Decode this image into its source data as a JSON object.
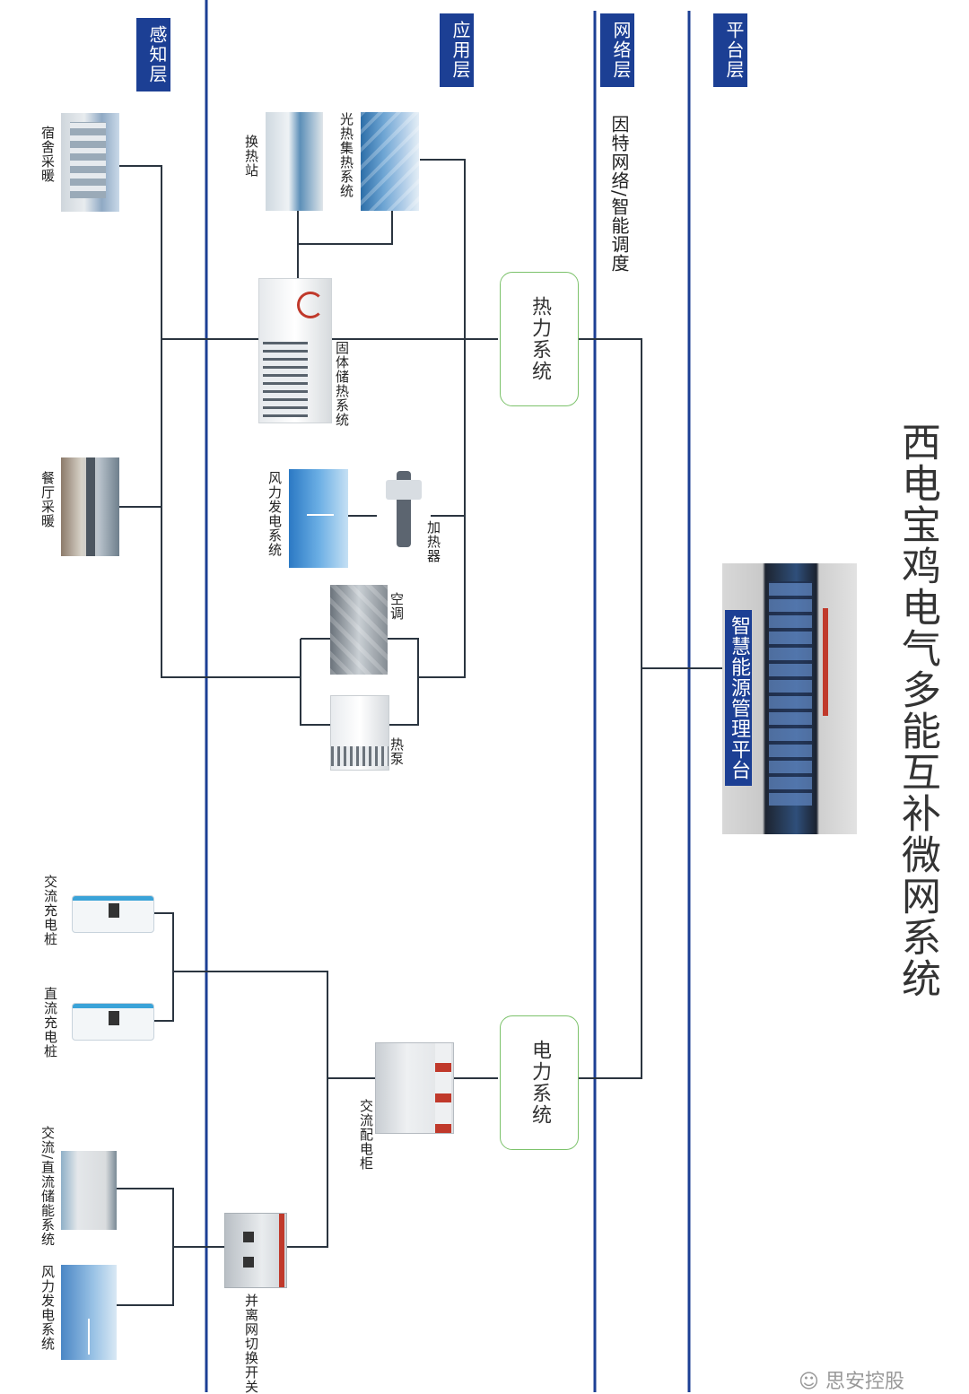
{
  "title": "西电宝鸡电气多能互补微网系统",
  "layers": {
    "perception": "感知层",
    "application": "应用层",
    "network": "网络层",
    "platform": "平台层"
  },
  "network_label": "因特网络/智能调度",
  "platform_label": "智慧能源管理平台",
  "systems": {
    "thermal": "热力系统",
    "power": "电力系统"
  },
  "components": {
    "dorm_heating": "宿舍采暖",
    "canteen_heating": "餐厅采暖",
    "heat_exchange_station": "换热站",
    "solar_thermal": "光热集热系统",
    "solid_heat_storage": "固体储热系统",
    "wind_power_1": "风力发电系统",
    "heater": "加热器",
    "air_conditioner": "空调",
    "heat_pump": "热泵",
    "ac_charger": "交流充电桩",
    "dc_charger": "直流充电桩",
    "ac_cabinet": "交流配电柜",
    "energy_storage": "交流/直流储能系统",
    "wind_power_2": "风力发电系统",
    "grid_switch": "并离网切换开关"
  },
  "watermark": "思安控股",
  "colors": {
    "layer_blue": "#1c3f94",
    "box_green": "#7cc26b",
    "wire": "#2b3540"
  }
}
